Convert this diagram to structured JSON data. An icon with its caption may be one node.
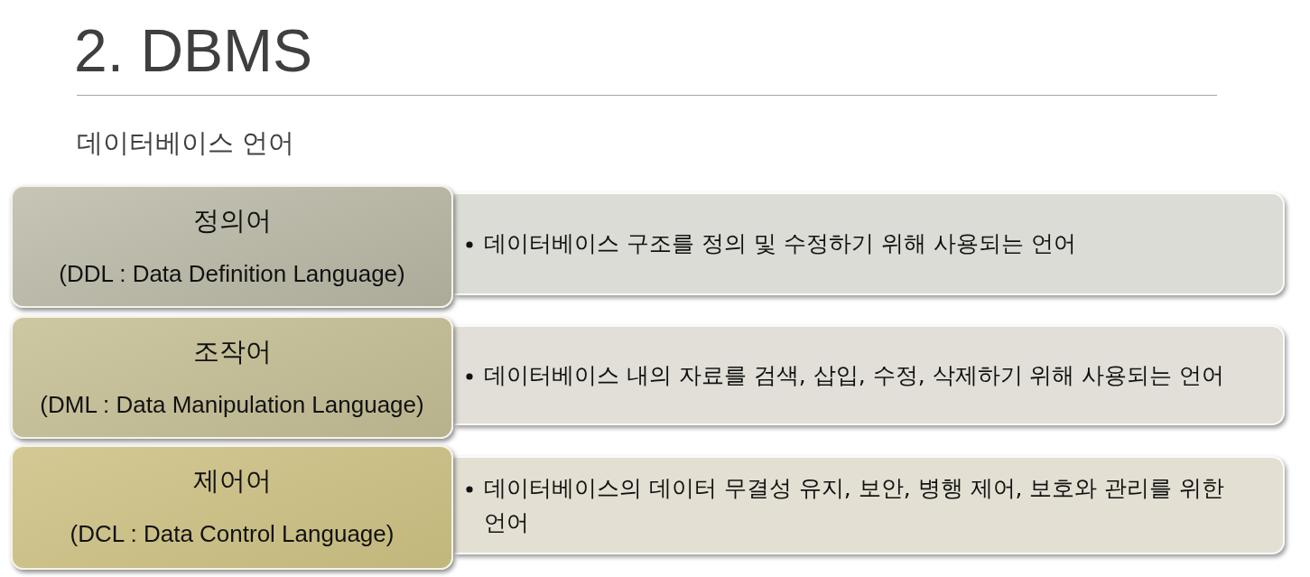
{
  "diagram": {
    "title": "2. DBMS",
    "nodes": [
      {
        "text": [
          "정의어",
          "(DDL : Data Definition Language)"
        ]
      },
      {
        "text": [
          "데이터베이스 구조를 정의 및 수정하기 위해 사용되는 언어"
        ]
      },
      {
        "text": [
          "조작어",
          "(DML : Data Manipulation Language)"
        ]
      },
      {
        "text": [
          "데이터베이스 내의 자료를 검색, 삽입, 수정, 삭제하기 위해 사용되는 언어"
        ]
      },
      {
        "text": [
          "제어어",
          "(DCL : Data Control Language)"
        ]
      },
      {
        "text": [
          "데이터베이스의 데이터 무결성 유지, 보안, 병행 제어, 보호와 관리를 위한 언어"
        ]
      }
    ],
    "labels": [
      "데이터베이스 언어"
    ]
  }
}
